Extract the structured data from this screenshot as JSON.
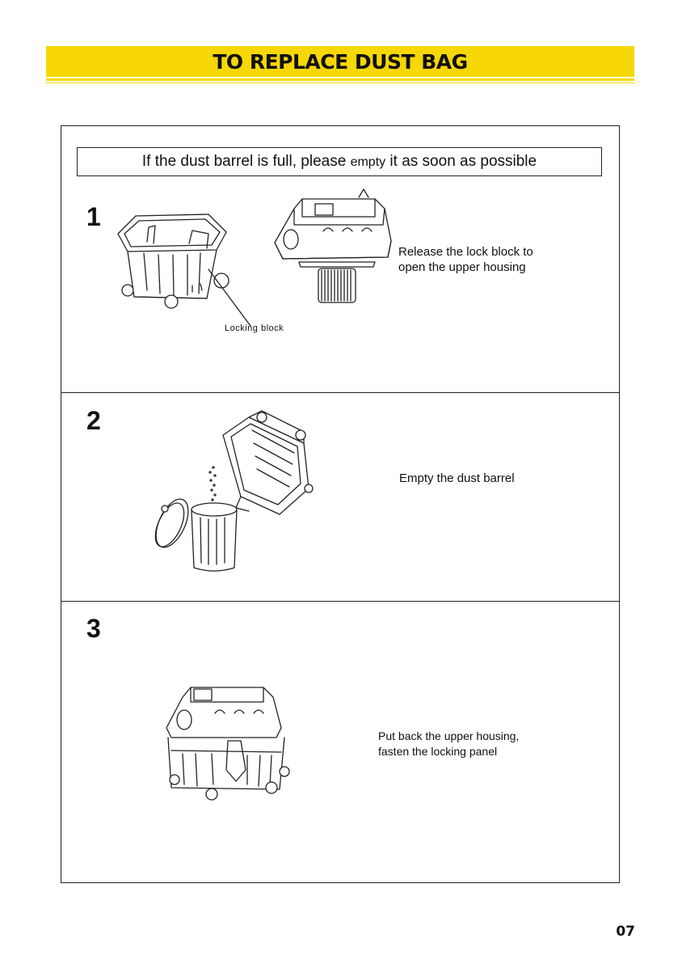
{
  "header": {
    "title": "TO REPLACE DUST BAG",
    "page_number": "07"
  },
  "notice": {
    "text_start": "If the dust barrel is full, please ",
    "text_small": "empty",
    "text_end": " it as soon as possible"
  },
  "steps": [
    {
      "number": "1",
      "caption_line1": "Release the lock block to",
      "caption_line2": "open the upper housing",
      "callout": "Locking block"
    },
    {
      "number": "2",
      "caption_line1": "Empty the dust barrel"
    },
    {
      "number": "3",
      "caption_line1": "Put back the upper housing,",
      "caption_line2": "fasten the locking panel"
    }
  ]
}
